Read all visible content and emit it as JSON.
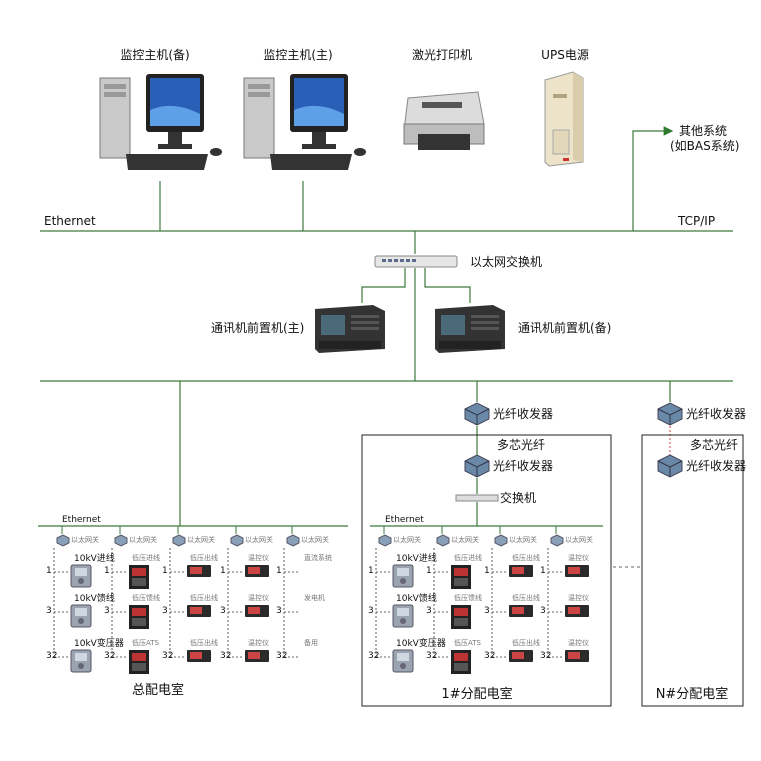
{
  "top_devices": {
    "monitor_backup": "监控主机(备)",
    "monitor_main": "监控主机(主)",
    "laser_printer": "激光打印机",
    "ups": "UPS电源"
  },
  "other_system": {
    "line1": "其他系统",
    "line2": "(如BAS系统)"
  },
  "top_bus": {
    "left_label": "Ethernet",
    "right_label": "TCP/IP"
  },
  "switch": {
    "label": "以太网交换机"
  },
  "comm": {
    "main": "通讯机前置机(主)",
    "backup": "通讯机前置机(备)"
  },
  "fiber": {
    "transceiver": "光纤收发器",
    "multicore": "多芯光纤",
    "switch": "交换机"
  },
  "main_room": {
    "title": "总配电室",
    "bus_label": "Ethernet",
    "gateways": [
      "以太网关",
      "以太网关",
      "以太网关",
      "以太网关",
      "以太网关"
    ],
    "col1": [
      "10kV进线",
      "10kV馈线",
      "10kV变压器"
    ],
    "col2": [
      "低压进线",
      "低压馈线",
      "低压ATS"
    ],
    "col3": [
      "低压出线",
      "低压出线",
      "低压出线"
    ],
    "col4": [
      "温控仪",
      "温控仪",
      "温控仪"
    ],
    "col5": [
      "直流系统",
      "发电机",
      "备用"
    ],
    "index": [
      "1",
      "3",
      "32"
    ]
  },
  "room1": {
    "title": "1#分配电室",
    "bus_label": "Ethernet",
    "gateways": [
      "以太网关",
      "以太网关",
      "以太网关",
      "以太网关"
    ],
    "col1": [
      "10kV进线",
      "10kV馈线",
      "10kV变压器"
    ],
    "col2": [
      "低压进线",
      "低压馈线",
      "低压ATS"
    ],
    "col3": [
      "低压出线",
      "低压出线",
      "低压出线"
    ],
    "col4": [
      "温控仪",
      "温控仪",
      "温控仪"
    ],
    "index": [
      "1",
      "3",
      "32"
    ]
  },
  "roomN": {
    "title": "N#分配电室"
  },
  "colors": {
    "bus": "#3c7a3c",
    "ethernet_line": "#4a8a4a"
  }
}
